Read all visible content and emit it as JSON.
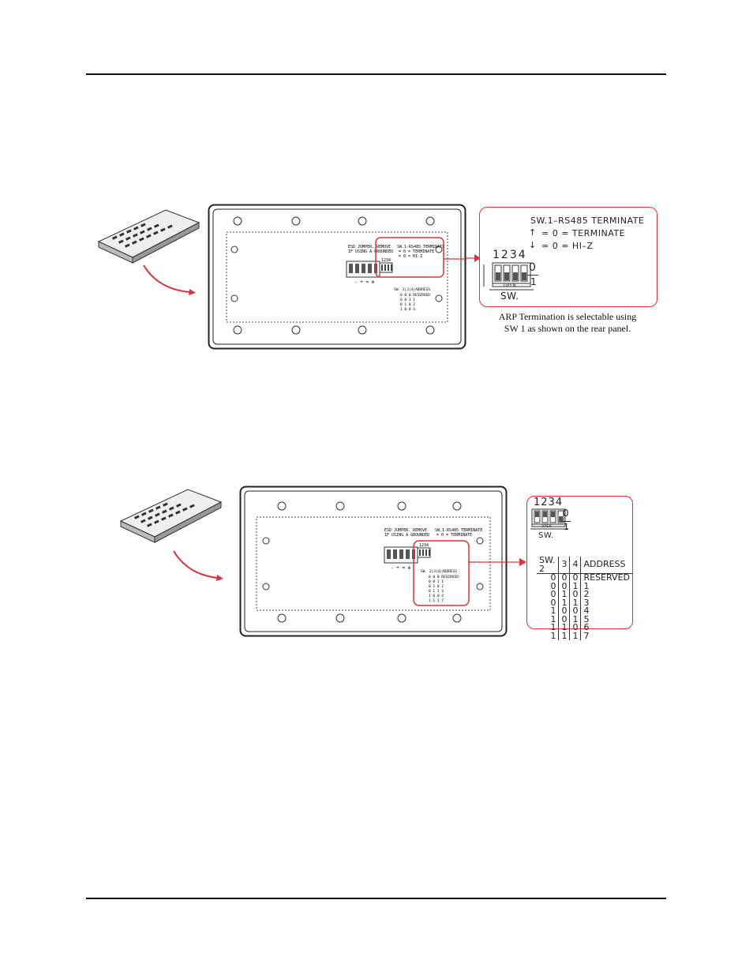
{
  "figure1": {
    "zoom": {
      "title": "SW.1–RS485  TERMINATE",
      "line_up": "= 0 =  TERMINATE",
      "line_down": "= 0 =  HI–Z",
      "switch_numbers": "1234",
      "switch_label": "SW.",
      "open_label": "OPEN",
      "state_0": "0",
      "state_1": "1"
    },
    "caption_line1": "ARP Termination is selectable using",
    "caption_line2": "SW 1 as shown on the rear panel."
  },
  "figure2": {
    "zoom": {
      "switch_numbers": "1234",
      "switch_label": "SW.",
      "open_label": "OPEN",
      "state_0": "0",
      "state_1": "1",
      "table": {
        "headers": [
          "SW. 2",
          "3",
          "4",
          "ADDRESS"
        ],
        "rows": [
          [
            "0",
            "0",
            "0",
            "RESERVED"
          ],
          [
            "0",
            "0",
            "1",
            "1"
          ],
          [
            "0",
            "1",
            "0",
            "2"
          ],
          [
            "0",
            "1",
            "1",
            "3"
          ],
          [
            "1",
            "0",
            "0",
            "4"
          ],
          [
            "1",
            "0",
            "1",
            "5"
          ],
          [
            "1",
            "1",
            "0",
            "6"
          ],
          [
            "1",
            "1",
            "1",
            "7"
          ]
        ]
      }
    }
  },
  "colors": {
    "highlight": "#e0303a",
    "rule": "#111111"
  }
}
